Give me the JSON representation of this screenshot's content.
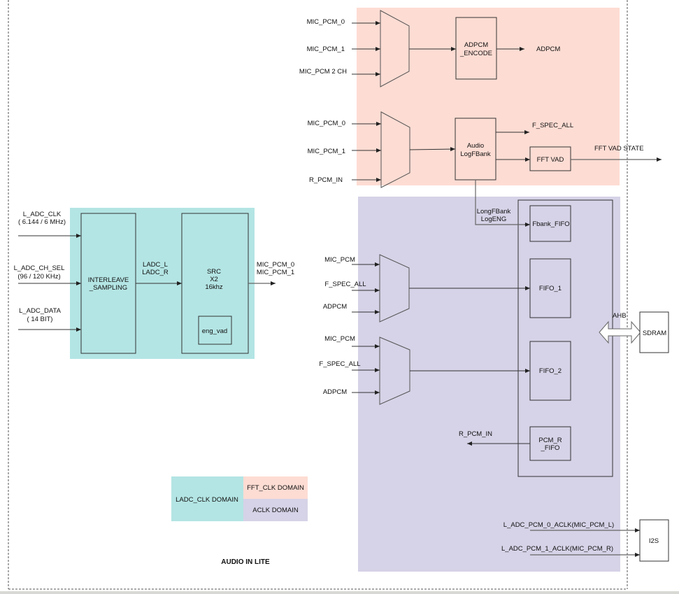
{
  "title": "AUDIO IN LITE",
  "colors": {
    "ladc_domain": "#b3e5e4",
    "fft_domain": "#fddcd3",
    "aclk_domain": "#d6d2e7"
  },
  "legend": {
    "ladc": "LADC_CLK DOMAIN",
    "fft": "FFT_CLK DOMAIN",
    "aclk": "ACLK DOMAIN"
  },
  "ladc_block": {
    "inputs": [
      {
        "line1": "L_ADC_CLK",
        "line2": "( 6.144 / 6 MHz)"
      },
      {
        "line1": "L_ADC_CH_SEL",
        "line2": "(96 / 120 KHz)"
      },
      {
        "line1": "L_ADC_DATA",
        "line2": "( 14 BIT)"
      }
    ],
    "interleave": {
      "line1": "INTERLEAVE",
      "line2": "_SAMPLING"
    },
    "mid_signal": {
      "line1": "LADC_L",
      "line2": "LADC_R"
    },
    "src": {
      "line1": "SRC",
      "line2": "X2",
      "line3": "16khz"
    },
    "eng_vad": "eng_vad",
    "output": {
      "line1": "MIC_PCM_0",
      "line2": "MIC_PCM_1"
    }
  },
  "fft_block": {
    "mux1_inputs": [
      "MIC_PCM_0",
      "MIC_PCM_1",
      "MIC_PCM 2 CH"
    ],
    "adpcm_encode": {
      "line1": "ADPCM",
      "line2": "_ENCODE"
    },
    "adpcm_out": "ADPCM",
    "mux2_inputs": [
      "MIC_PCM_0",
      "MIC_PCM_1",
      "R_PCM_IN"
    ],
    "logfbank": {
      "line1": "Audio",
      "line2": "LogFBank"
    },
    "fspec_out": "F_SPEC_ALL",
    "fftvad": "FFT VAD",
    "fftvad_out": "FFT VAD STATE"
  },
  "aclk_block": {
    "logeng_signal": {
      "line1": "LongFBank",
      "line2": "LogENG"
    },
    "fbank_fifo": "Fbank_FIFO",
    "mux3_inputs": [
      "MIC_PCM",
      "F_SPEC_ALL",
      "ADPCM"
    ],
    "mux4_inputs": [
      "MIC_PCM",
      "F_SPEC_ALL",
      "ADPCM"
    ],
    "fifo1": "FIFO_1",
    "fifo2": "FIFO_2",
    "pcm_r_fifo": {
      "line1": "PCM_R",
      "line2": "_FIFO"
    },
    "r_pcm_in": "R_PCM_IN",
    "ahb": "AHB",
    "sdram": "SDRAM",
    "i2s_inputs": [
      "L_ADC_PCM_0_ACLK(MIC_PCM_L)",
      "L_ADC_PCM_1_ACLK(MIC_PCM_R)"
    ],
    "i2s": "I2S"
  }
}
